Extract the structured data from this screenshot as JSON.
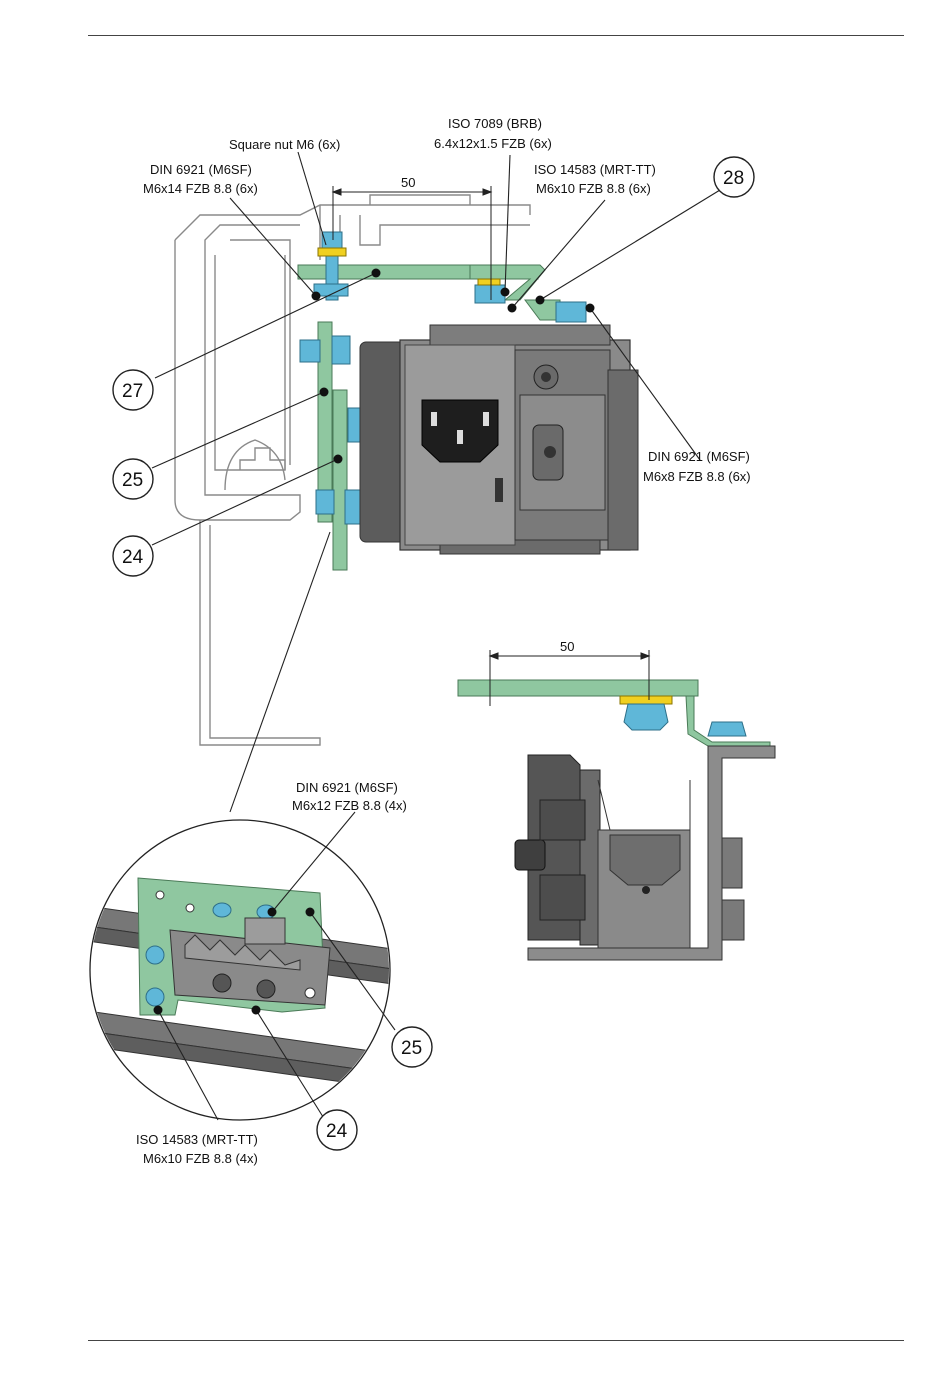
{
  "labels": {
    "square_nut": "Square nut M6 (6x)",
    "iso7089_line1": "ISO 7089 (BRB)",
    "iso7089_line2": "6.4x12x1.5 FZB (6x)",
    "din6921_m14_line1": "DIN 6921 (M6SF)",
    "din6921_m14_line2": "M6x14 FZB 8.8 (6x)",
    "iso14583_top_line1": "ISO 14583 (MRT-TT)",
    "iso14583_top_line2": "M6x10 FZB 8.8 (6x)",
    "din6921_m8_line1": "DIN 6921 (M6SF)",
    "din6921_m8_line2": "M6x8 FZB 8.8 (6x)",
    "din6921_m12_line1": "DIN 6921 (M6SF)",
    "din6921_m12_line2": "M6x12 FZB 8.8 (4x)",
    "iso14583_bottom_line1": "ISO 14583 (MRT-TT)",
    "iso14583_bottom_line2": "M6x10 FZB 8.8 (4x)"
  },
  "dimensions": {
    "top_view": "50",
    "side_view": "50"
  },
  "callouts": {
    "c27": "27",
    "c25_top": "25",
    "c24_top": "24",
    "c28": "28",
    "c25_detail": "25",
    "c24_detail": "24"
  },
  "colors": {
    "bracket_green": "#8fc7a0",
    "bolt_blue": "#5fb7d8",
    "washer_yellow": "#f0d020",
    "body_grey": "#6b6b6b",
    "frame_line": "#7a7a7a"
  }
}
